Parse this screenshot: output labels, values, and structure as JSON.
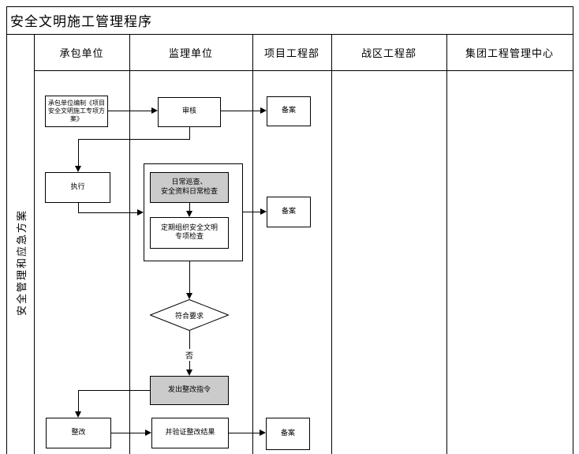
{
  "title": "安全文明施工管理程序",
  "side_label": "安全管理和应急方案",
  "columns": [
    "承包单位",
    "监理单位",
    "项目工程部",
    "战区工程部",
    "集团工程管理中心"
  ],
  "colors": {
    "line": "#000000",
    "background": "#ffffff",
    "highlight_box_fill": "#cbcbcb"
  },
  "nodes": {
    "prepare_plan": "承包单位编制《项目安全文明施工专项方案》",
    "review": "审核",
    "filing1": "备案",
    "execute": "执行",
    "daily_inspection": "日常巡查、\n安全资料日常检查",
    "periodic_inspection": "定期组织安全文明\n专项检查",
    "filing2": "备案",
    "decision": "符合要求",
    "decision_no": "否",
    "issue_order": "发出整改指令",
    "rectify": "整改",
    "verify": "并验证整改结果",
    "filing3": "备案"
  }
}
